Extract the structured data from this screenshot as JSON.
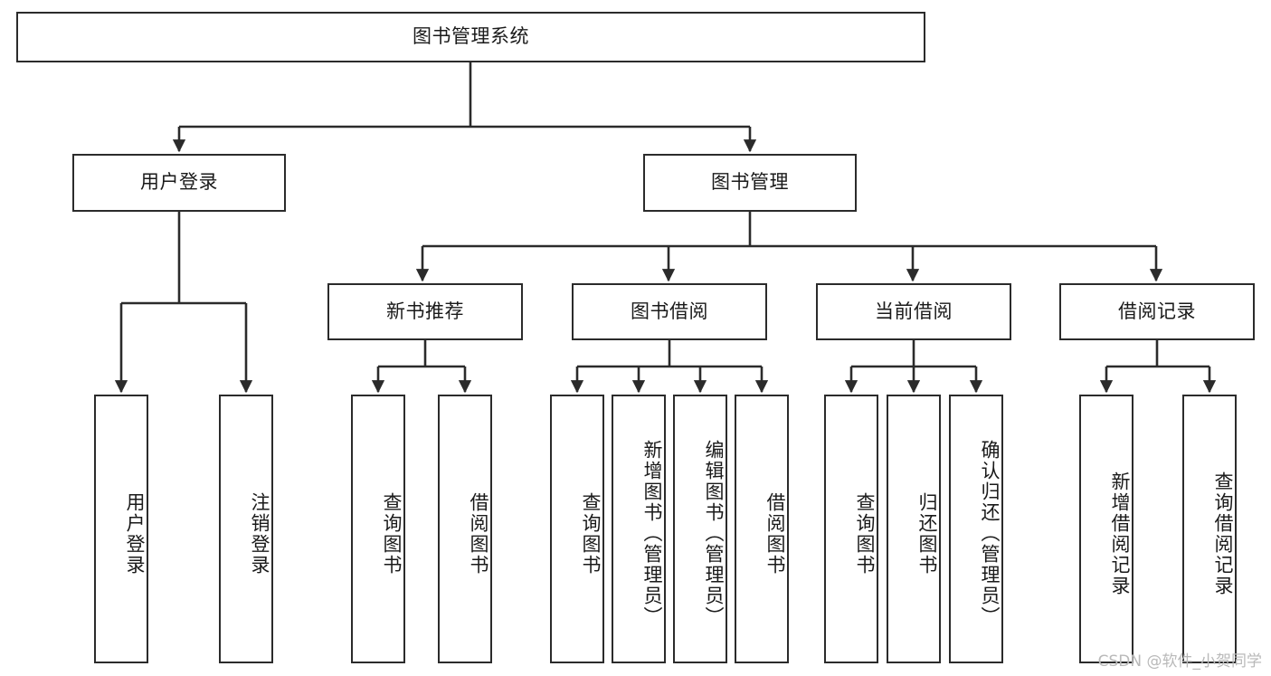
{
  "diagram": {
    "title": "图书管理系统",
    "type": "hierarchy-tree",
    "line_color": "#2b2b2b",
    "box_border_color": "#2b2b2b",
    "box_fill_color": "#ffffff",
    "background_color": "#ffffff",
    "watermark": "CSDN @软件_小贺同学",
    "nodes": {
      "root": {
        "label": "图书管理系统",
        "level": 0
      },
      "l1": [
        {
          "id": "user-login",
          "label": "用户登录",
          "level": 1
        },
        {
          "id": "book-manage",
          "label": "图书管理",
          "level": 1
        }
      ],
      "l2": [
        {
          "id": "new-book-recommend",
          "label": "新书推荐",
          "level": 2,
          "parent": "book-manage"
        },
        {
          "id": "book-borrow",
          "label": "图书借阅",
          "level": 2,
          "parent": "book-manage"
        },
        {
          "id": "current-borrow",
          "label": "当前借阅",
          "level": 2,
          "parent": "book-manage"
        },
        {
          "id": "borrow-record",
          "label": "借阅记录",
          "level": 2,
          "parent": "book-manage"
        }
      ],
      "leaves": [
        {
          "id": "leaf-user-login",
          "label": "用户登录",
          "parent": "user-login"
        },
        {
          "id": "leaf-user-logout",
          "label": "注销登录",
          "parent": "user-login"
        },
        {
          "id": "leaf-query-book-1",
          "label": "查询图书",
          "parent": "new-book-recommend"
        },
        {
          "id": "leaf-borrow-book-1",
          "label": "借阅图书",
          "parent": "new-book-recommend"
        },
        {
          "id": "leaf-query-book-2",
          "label": "查询图书",
          "parent": "book-borrow"
        },
        {
          "id": "leaf-add-book",
          "label": "新增图书（管理员）",
          "parent": "book-borrow"
        },
        {
          "id": "leaf-edit-book",
          "label": "编辑图书（管理员）",
          "parent": "book-borrow"
        },
        {
          "id": "leaf-borrow-book-2",
          "label": "借阅图书",
          "parent": "book-borrow"
        },
        {
          "id": "leaf-query-book-3",
          "label": "查询图书",
          "parent": "current-borrow"
        },
        {
          "id": "leaf-return-book",
          "label": "归还图书",
          "parent": "current-borrow"
        },
        {
          "id": "leaf-confirm-return",
          "label": "确认归还（管理员）",
          "parent": "current-borrow"
        },
        {
          "id": "leaf-add-record",
          "label": "新增借阅记录",
          "parent": "borrow-record"
        },
        {
          "id": "leaf-query-record",
          "label": "查询借阅记录",
          "parent": "borrow-record"
        }
      ]
    }
  }
}
